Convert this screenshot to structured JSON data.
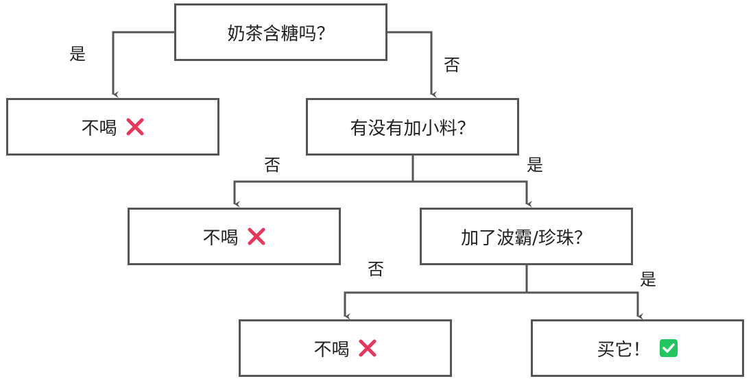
{
  "nodes": {
    "q1": {
      "text": "奶茶含糖吗？"
    },
    "no1": {
      "text": "不喝",
      "icon": "cross-mark-icon"
    },
    "q2": {
      "text": "有没有加小料？"
    },
    "no2": {
      "text": "不喝",
      "icon": "cross-mark-icon"
    },
    "q3": {
      "text": "加了波霸/珍珠？"
    },
    "no3": {
      "text": "不喝",
      "icon": "cross-mark-icon"
    },
    "buy": {
      "text": "买它！",
      "icon": "check-mark-icon"
    }
  },
  "edge_labels": {
    "q1_yes": "是",
    "q1_no": "否",
    "q2_no": "否",
    "q2_yes": "是",
    "q3_no": "否",
    "q3_yes": "是"
  },
  "colors": {
    "line": "#555555",
    "cross": "#e8355b",
    "check": "#22c55e"
  }
}
